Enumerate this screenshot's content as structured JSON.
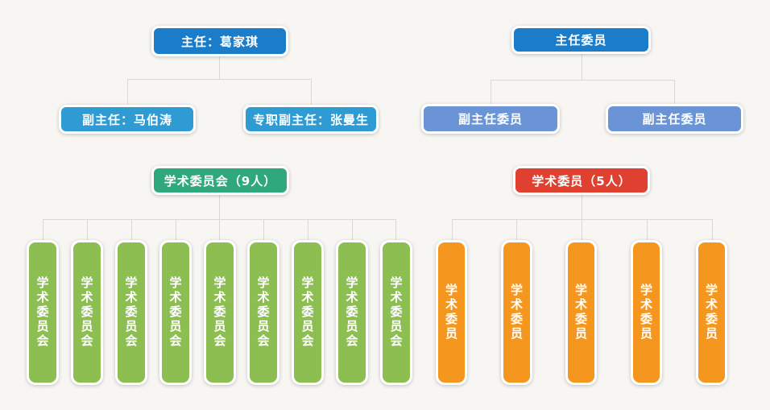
{
  "page": {
    "background_color": "#f7f6f3",
    "connector_color": "#d9d8d4",
    "description": "Two organizational charts side by side"
  },
  "left_org": {
    "root": {
      "label": "主任：葛家琪",
      "color": "#1b7dc9"
    },
    "deputies": [
      {
        "label": "副主任：马伯涛",
        "color": "#2e9bd3"
      },
      {
        "label": "专职副主任：张曼生",
        "color": "#2e9bd3"
      }
    ],
    "committee": {
      "label": "学术委员会（9人）",
      "color": "#2fa97c"
    },
    "member_color": "#8dbe51",
    "members": [
      {
        "label": "学术委员会"
      },
      {
        "label": "学术委员会"
      },
      {
        "label": "学术委员会"
      },
      {
        "label": "学术委员会"
      },
      {
        "label": "学术委员会"
      },
      {
        "label": "学术委员会"
      },
      {
        "label": "学术委员会"
      },
      {
        "label": "学术委员会"
      },
      {
        "label": "学术委员会"
      }
    ]
  },
  "right_org": {
    "root": {
      "label": "主任委员",
      "color": "#1b7dc9"
    },
    "deputies": [
      {
        "label": "副主任委员",
        "color": "#6b94d6"
      },
      {
        "label": "副主任委员",
        "color": "#6b94d6"
      }
    ],
    "committee": {
      "label": "学术委员（5人）",
      "color": "#e0402f"
    },
    "member_color": "#f5971f",
    "members": [
      {
        "label": "学术委员"
      },
      {
        "label": "学术委员"
      },
      {
        "label": "学术委员"
      },
      {
        "label": "学术委员"
      },
      {
        "label": "学术委员"
      }
    ]
  }
}
